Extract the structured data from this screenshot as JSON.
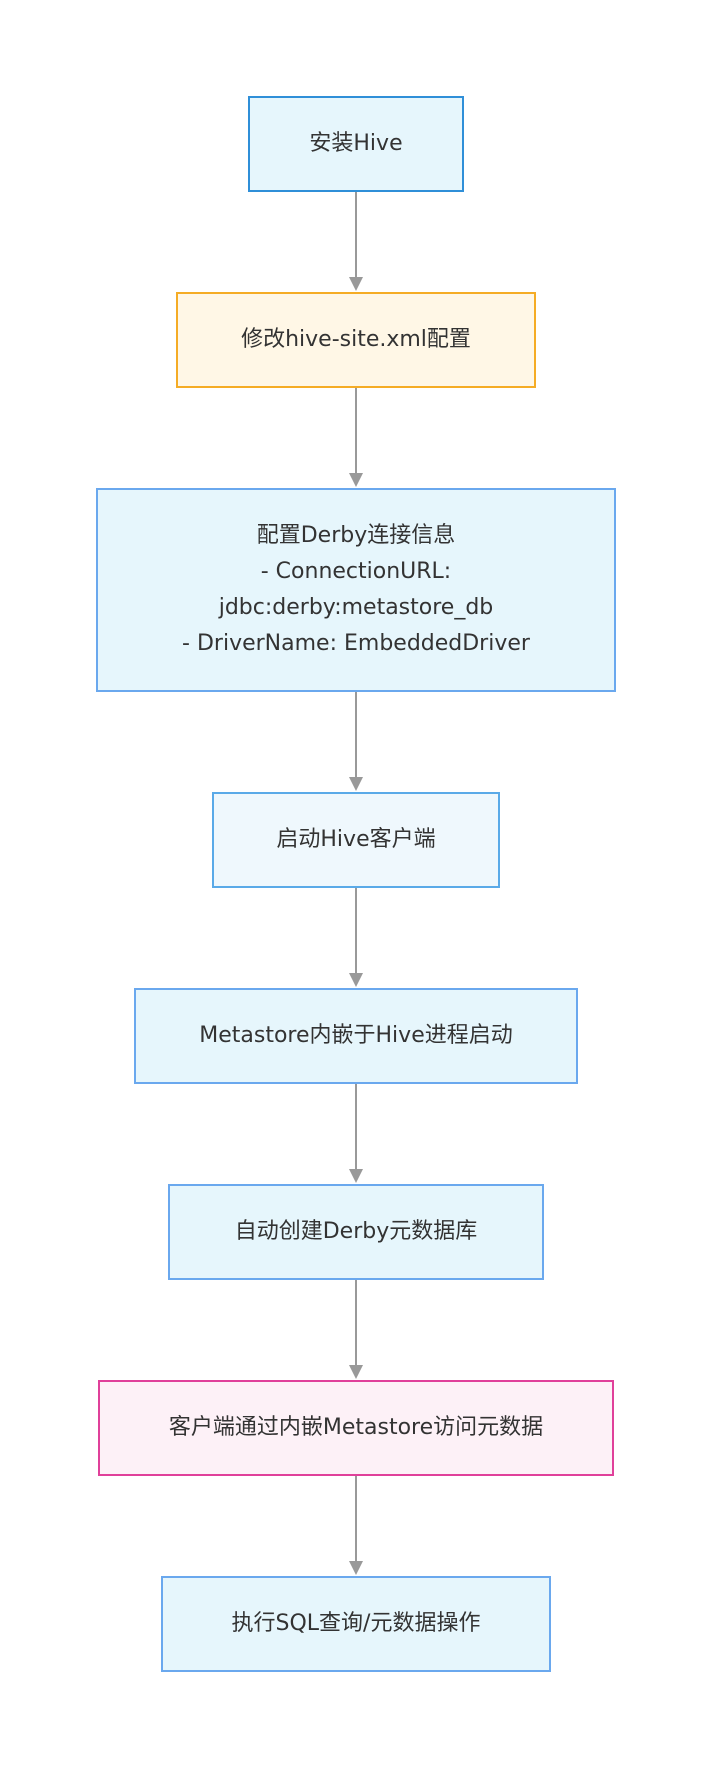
{
  "colors": {
    "edge": "#999999",
    "arrowhead": "#999999",
    "text": "#333333"
  },
  "nodes": [
    {
      "lines": [
        "安装Hive"
      ],
      "fill": "#e6f6fc",
      "stroke": "#2f8fd8"
    },
    {
      "lines": [
        "修改hive-site.xml配置"
      ],
      "fill": "#fff7e6",
      "stroke": "#f5ac25"
    },
    {
      "lines": [
        "配置Derby连接信息",
        "- ConnectionURL:",
        "jdbc:derby:metastore_db",
        "- DriverName: EmbeddedDriver"
      ],
      "fill": "#e6f6fc",
      "stroke": "#6aa8ee"
    },
    {
      "lines": [
        "启动Hive客户端"
      ],
      "fill": "#eff8fd",
      "stroke": "#5aaae8"
    },
    {
      "lines": [
        "Metastore内嵌于Hive进程启动"
      ],
      "fill": "#e6f6fc",
      "stroke": "#6aa8ee"
    },
    {
      "lines": [
        "自动创建Derby元数据库"
      ],
      "fill": "#e6f6fc",
      "stroke": "#6aa8ee"
    },
    {
      "lines": [
        "客户端通过内嵌Metastore访问元数据"
      ],
      "fill": "#fdf1f7",
      "stroke": "#e0409a"
    },
    {
      "lines": [
        "执行SQL查询/元数据操作"
      ],
      "fill": "#e6f6fc",
      "stroke": "#6aa8ee"
    }
  ]
}
